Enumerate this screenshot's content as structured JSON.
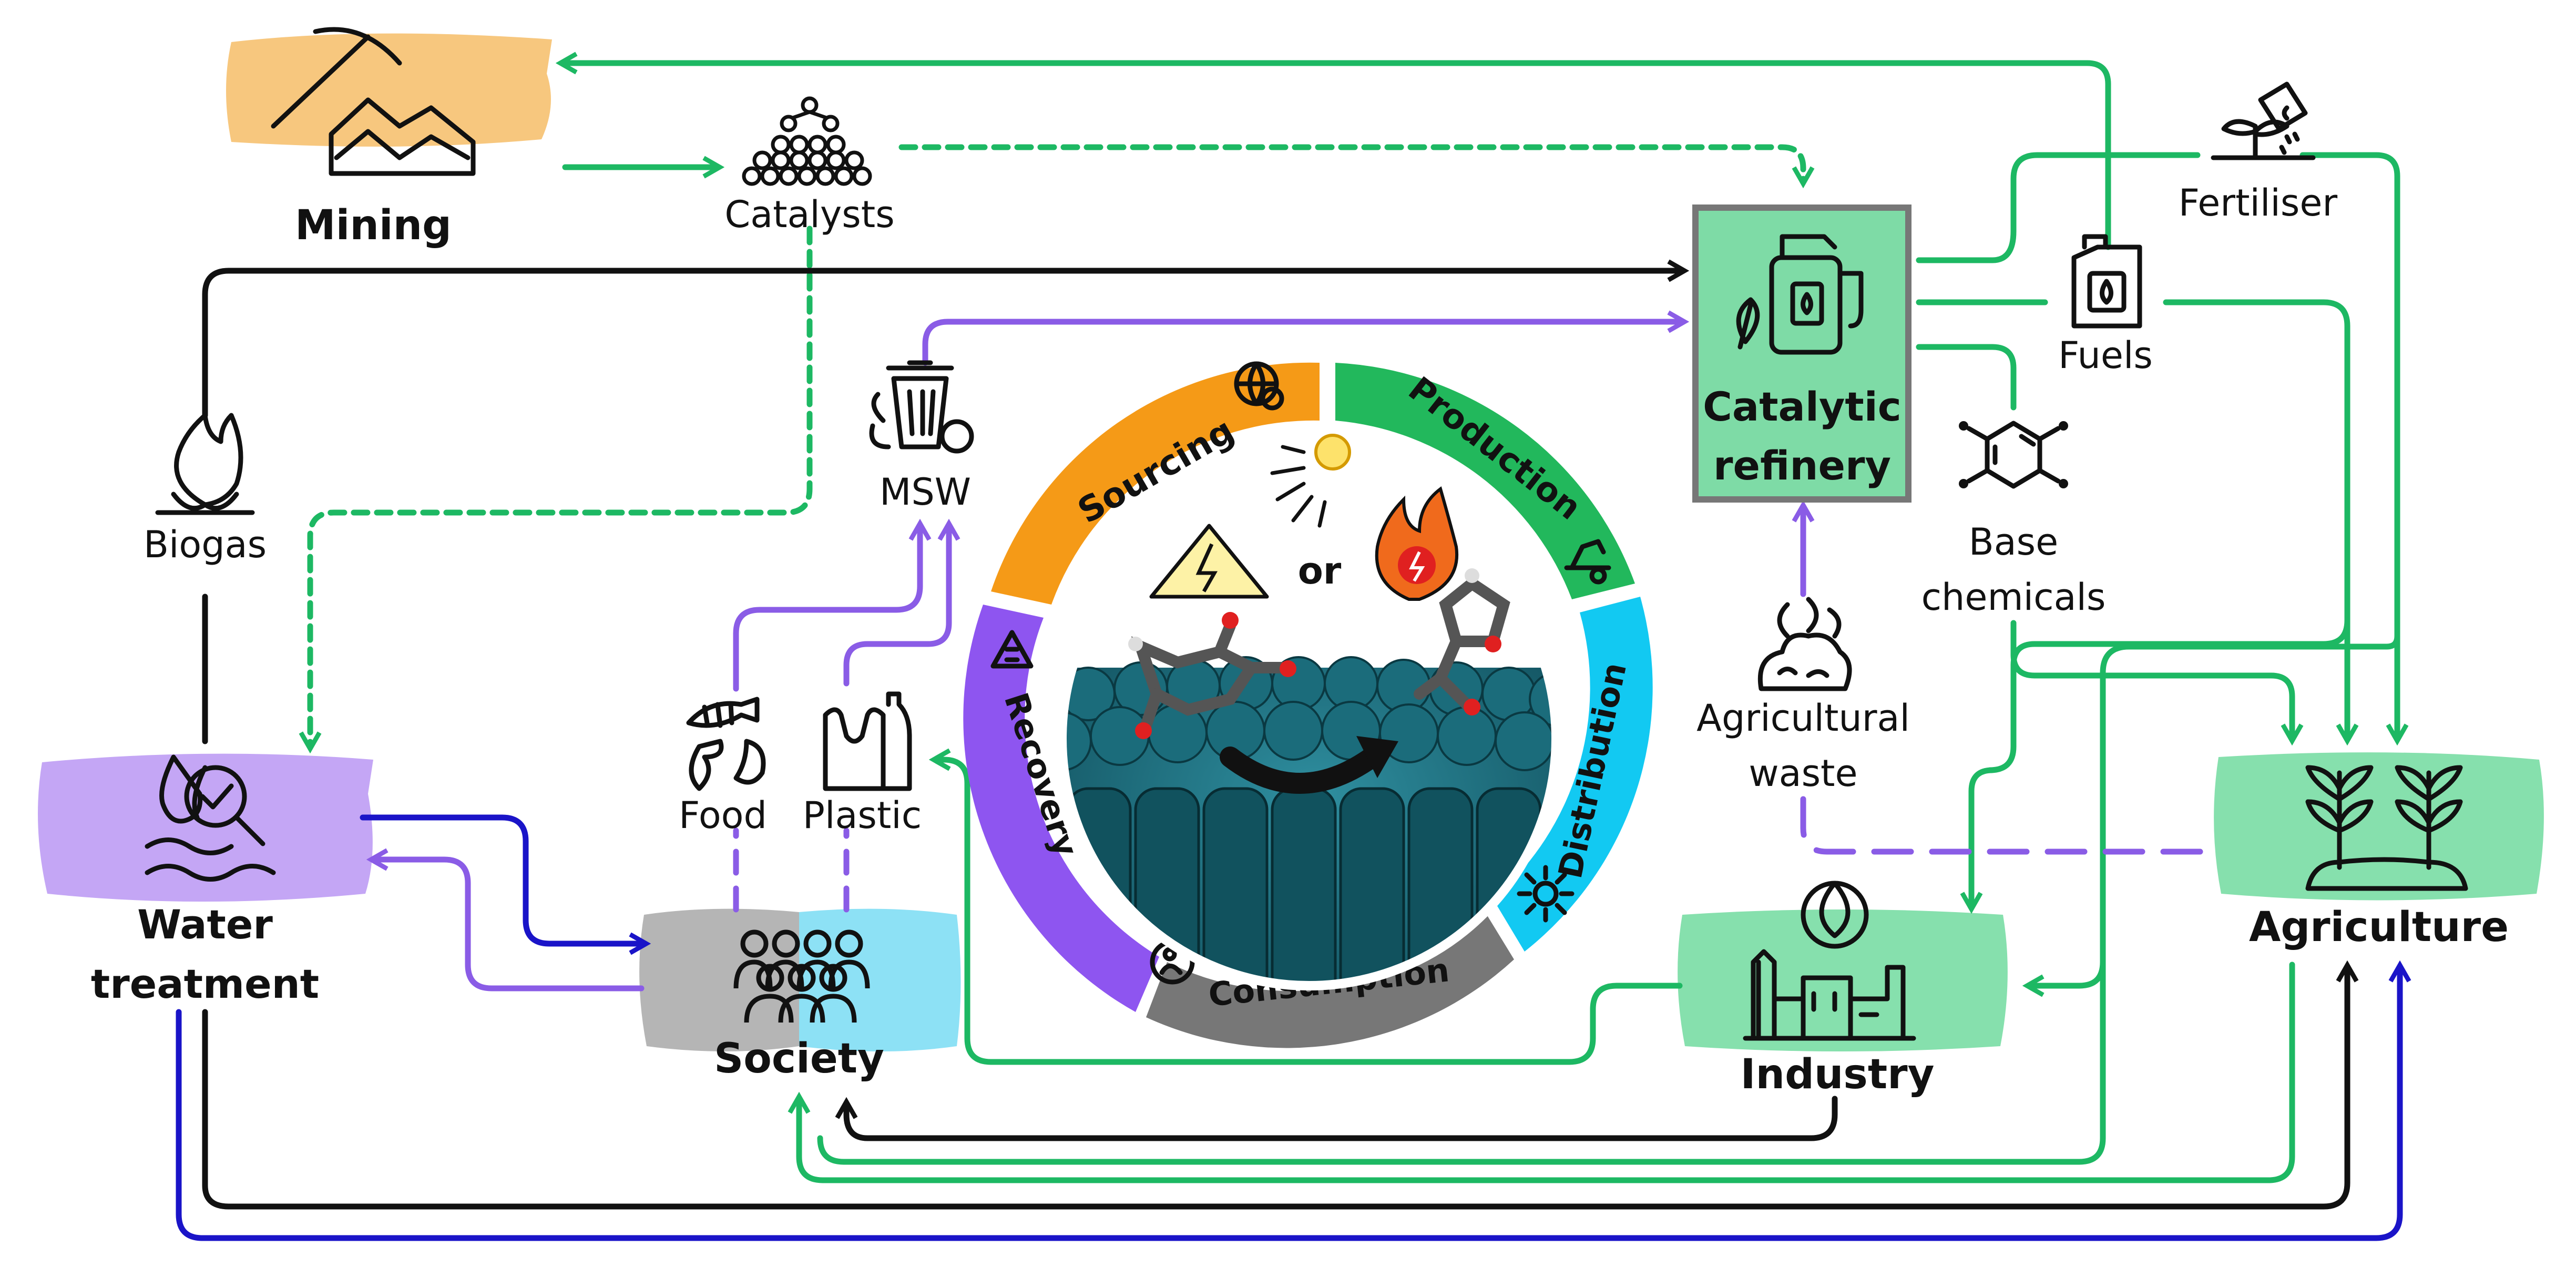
{
  "colors": {
    "green": "#1db863",
    "purple": "#8a5ce6",
    "black": "#111111",
    "blue": "#1a14c8",
    "mining_bg": "#f7c77e",
    "water_bg": "#c4a6f5",
    "green_bg": "#86e0ad",
    "refinery_fill": "#7edba6",
    "society_grey": "#b5b5b5",
    "society_blue": "#8de1f5",
    "sourcing": "#f59a17",
    "production": "#22b85c",
    "distribution": "#12c9f2",
    "consumption": "#777777",
    "recovery": "#8e55f0"
  },
  "nodes": {
    "mining": "Mining",
    "catalysts": "Catalysts",
    "biogas": "Biogas",
    "water_line1": "Water",
    "water_line2": "treatment",
    "msw": "MSW",
    "food": "Food",
    "plastic": "Plastic",
    "society": "Society",
    "refinery_line1": "Catalytic",
    "refinery_line2": "refinery",
    "fertiliser": "Fertiliser",
    "fuels": "Fuels",
    "base_line1": "Base",
    "base_line2": "chemicals",
    "agri_waste_line1": "Agricultural",
    "agri_waste_line2": "waste",
    "industry": "Industry",
    "agriculture": "Agriculture"
  },
  "cycle": {
    "sourcing": "Sourcing",
    "production": "Production",
    "distribution": "Distribution",
    "consumption": "Consumption",
    "recovery": "Recovery",
    "or": "or"
  },
  "icons": {
    "mining": "pickaxe-icon",
    "catalysts": "catalyst-pyramid-icon",
    "biogas": "biogas-flame-icon",
    "water": "water-drops-icon",
    "msw": "waste-bin-icon",
    "food": "food-waste-icon",
    "plastic": "plastic-bag-bottle-icon",
    "society": "people-group-icon",
    "refinery": "fuel-pump-icon",
    "fertiliser": "fertiliser-icon",
    "fuels": "jerrycan-icon",
    "base": "benzene-icon",
    "agri_waste": "compost-icon",
    "industry": "factory-icon",
    "agriculture": "plants-icon",
    "electricity": "high-voltage-icon",
    "light": "sunlight-icon",
    "heat": "flame-icon"
  }
}
